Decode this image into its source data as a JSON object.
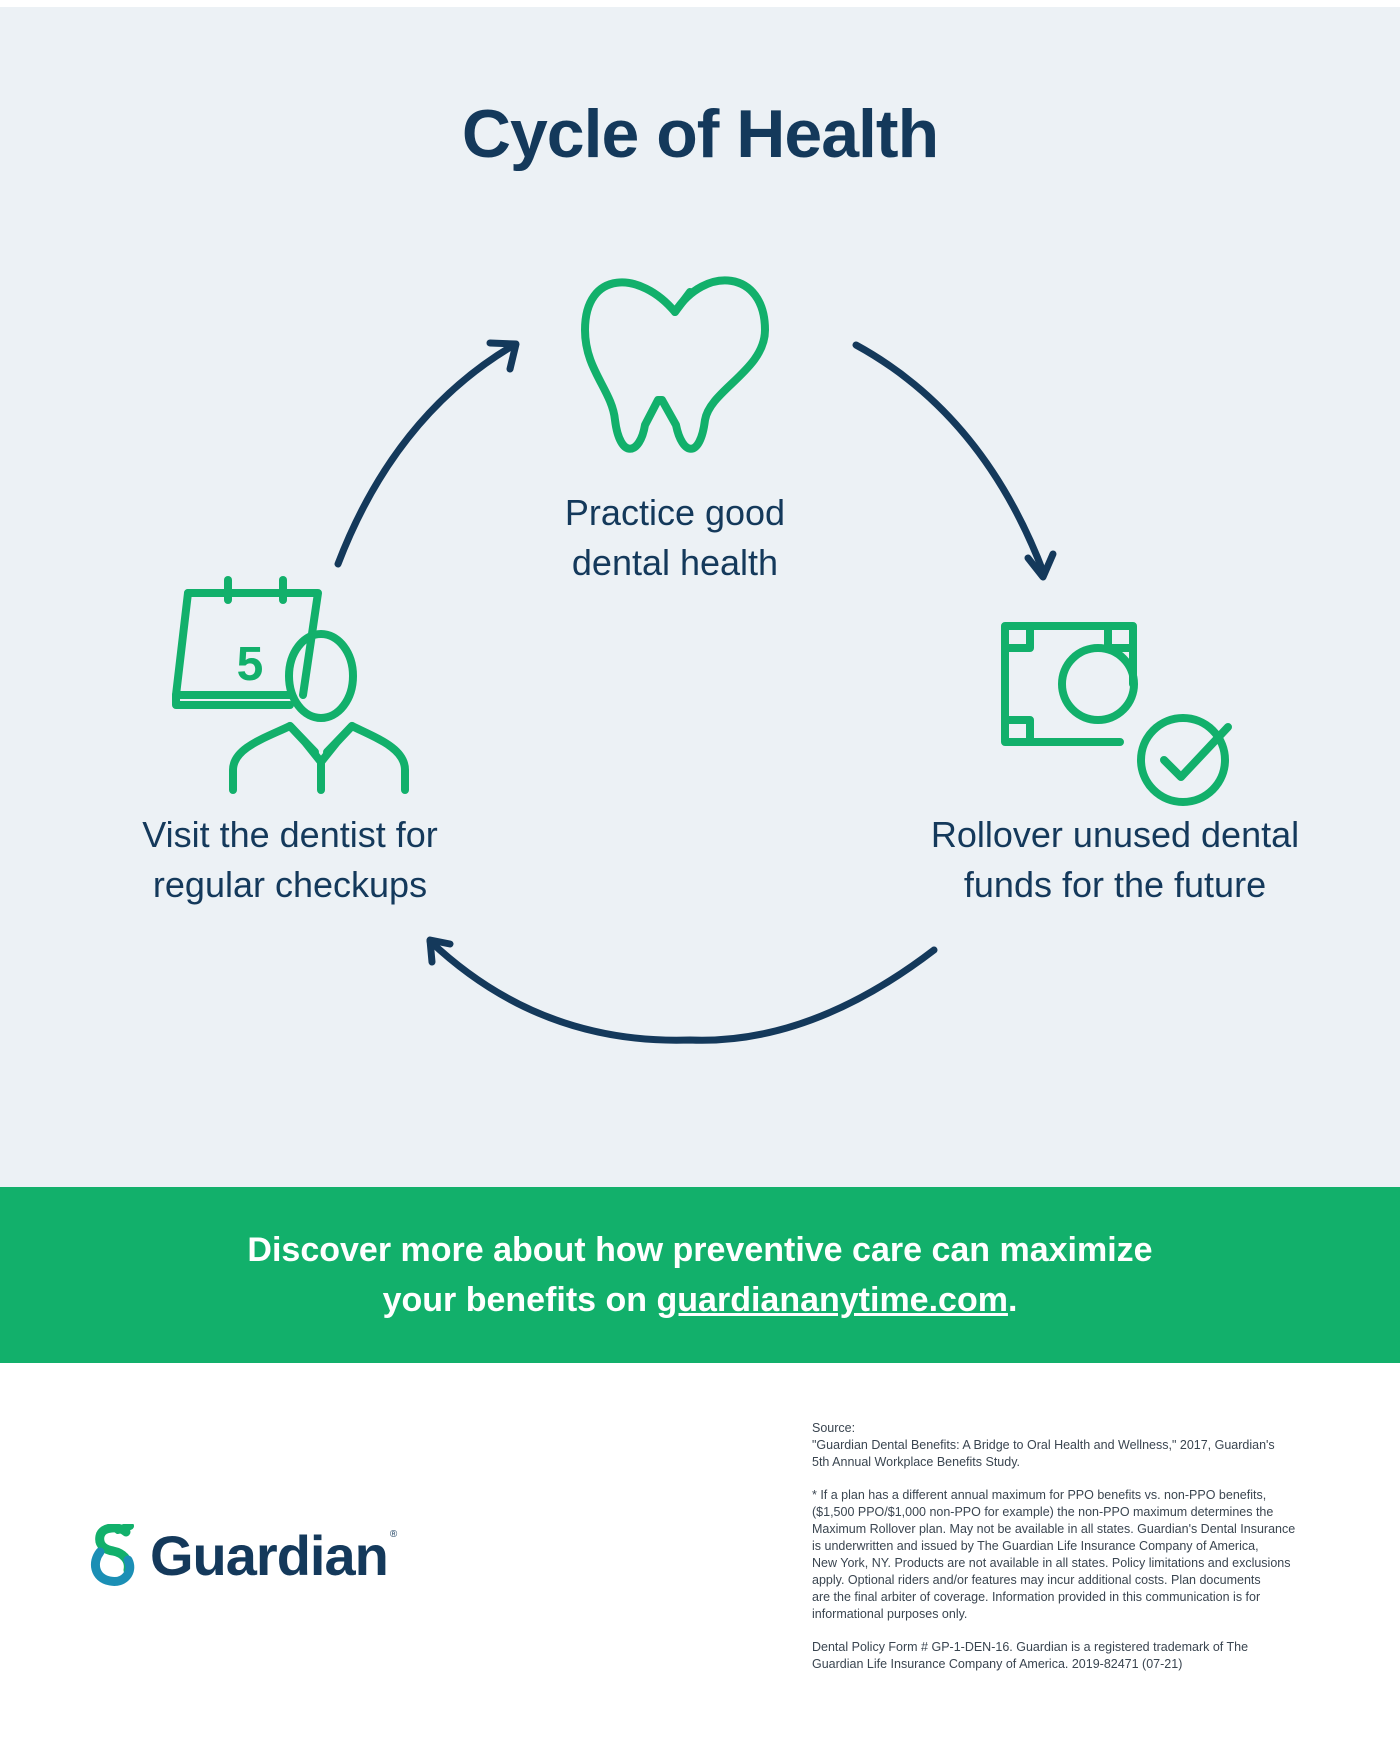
{
  "title": "Cycle of Health",
  "steps": {
    "top": {
      "line1": "Practice good",
      "line2": "dental health",
      "icon": "tooth-icon"
    },
    "right": {
      "line1": "Rollover unused dental",
      "line2": "funds for the future",
      "icon": "money-check-icon"
    },
    "left": {
      "line1": "Visit the dentist for",
      "line2": "regular checkups",
      "icon": "calendar-person-icon",
      "calendar_number": "5"
    }
  },
  "banner": {
    "line1": "Discover more about how preventive care can maximize",
    "line2_prefix": "your benefits on ",
    "link": "guardiananytime.com",
    "line2_suffix": "."
  },
  "logo": {
    "wordmark": "Guardian",
    "registered": "®"
  },
  "footnotes": {
    "source_label": "Source:",
    "source_line1": "\"Guardian Dental Benefits: A Bridge to Oral Health and Wellness,\" 2017, Guardian's",
    "source_line2": "5th Annual Workplace Benefits Study.",
    "disclaimer_lines": [
      "* If a plan has a different annual maximum for PPO benefits vs. non-PPO benefits,",
      "($1,500 PPO/$1,000 non-PPO for example) the non-PPO maximum determines the",
      "Maximum Rollover plan. May not be available in all states. Guardian's Dental Insurance",
      "is underwritten and issued by The Guardian Life Insurance Company of America,",
      "New York, NY. Products are not available in all states. Policy limitations and exclusions",
      "apply. Optional riders and/or features may incur additional costs. Plan documents",
      "are the final arbiter of coverage. Information provided in this communication is for",
      "informational purposes only."
    ],
    "policy_lines": [
      "Dental Policy Form # GP-1-DEN-16. Guardian is a registered trademark of The",
      "Guardian Life Insurance Company of America. 2019-82471 (07-21)"
    ]
  },
  "colors": {
    "navy": "#14395b",
    "green": "#12b06b",
    "panel": "#ecf1f5"
  }
}
